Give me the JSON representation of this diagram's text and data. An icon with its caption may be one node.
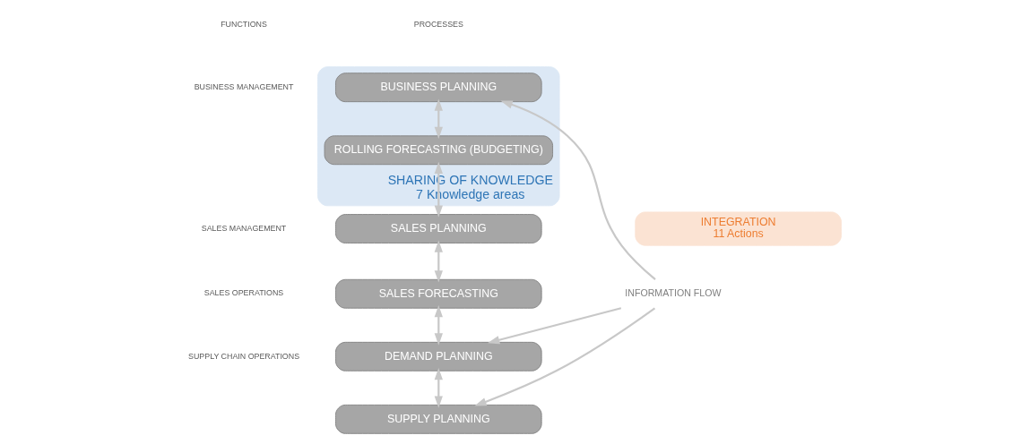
{
  "diagram": {
    "nodes": [
      {
        "text": [
          "SHARING OF KNOWLEDGE",
          "7 Knowledge areas"
        ]
      },
      {
        "text": [
          "INTEGRATION",
          "11 Actions"
        ]
      },
      {
        "text": [
          "BUSINESS PLANNING"
        ],
        "in": 0
      },
      {
        "text": [
          "ROLLING FORECASTING (BUDGETING)"
        ],
        "in": 0
      },
      {
        "text": [
          "SALES PLANNING"
        ]
      },
      {
        "text": [
          "SALES FORECASTING"
        ]
      },
      {
        "text": [
          "DEMAND PLANNING"
        ]
      },
      {
        "text": [
          "SUPPLY PLANNING"
        ]
      },
      {
        "text": [
          "INFORMATION FLOW"
        ]
      }
    ],
    "edges": [
      {
        "from": 2,
        "to": 3,
        "arrow": "both"
      },
      {
        "from": 3,
        "to": 4,
        "arrow": "both"
      },
      {
        "from": 4,
        "to": 5,
        "arrow": "both"
      },
      {
        "from": 5,
        "to": 6,
        "arrow": "both"
      },
      {
        "from": 6,
        "to": 7,
        "arrow": "both"
      },
      {
        "from": 8,
        "to": 2,
        "arrow": "to"
      },
      {
        "from": 8,
        "to": 6,
        "arrow": "to"
      },
      {
        "from": 8,
        "to": 7,
        "arrow": "to"
      }
    ],
    "labels": [
      "FUNCTIONS",
      "PROCESSES",
      "BUSINESS MANAGEMENT",
      "SALES MANAGEMENT",
      "SALES OPERATIONS",
      "SUPPLY CHAIN OPERATIONS"
    ]
  }
}
